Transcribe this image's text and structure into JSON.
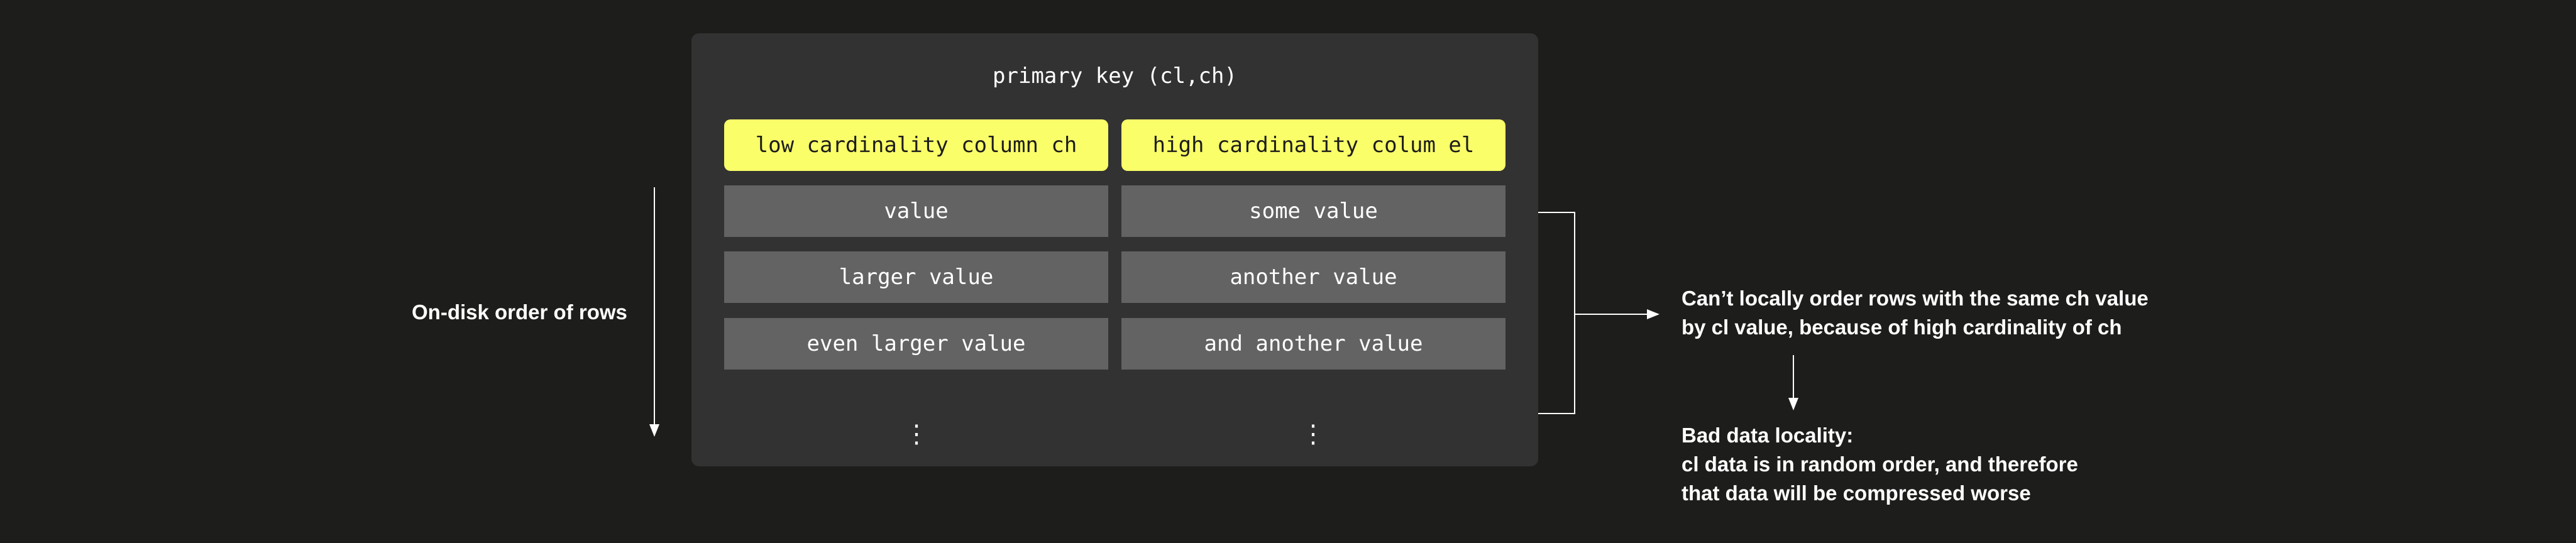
{
  "diagram": {
    "panel_title": "primary key (cl,ch)",
    "columns": [
      {
        "header": "low cardinality column ch",
        "values": [
          "value",
          "larger value",
          "even larger value"
        ]
      },
      {
        "header": "high cardinality colum el",
        "values": [
          "some value",
          "another value",
          "and another value"
        ]
      }
    ],
    "ellipsis": "⋮",
    "order_label": "On-disk order of rows",
    "note_1": {
      "line1": "Can’t locally order rows with the same ch value",
      "line2": "by cl value, because of high cardinality of ch"
    },
    "note_2": {
      "line1": "Bad data locality:",
      "line2": "cl data is in random order, and therefore",
      "line3": "that data will be compressed worse"
    }
  },
  "colors": {
    "background": "#1d1d1b",
    "panel": "#323232",
    "header_fill": "#faff69",
    "cell_fill": "#636363",
    "line": "#ffffff"
  }
}
